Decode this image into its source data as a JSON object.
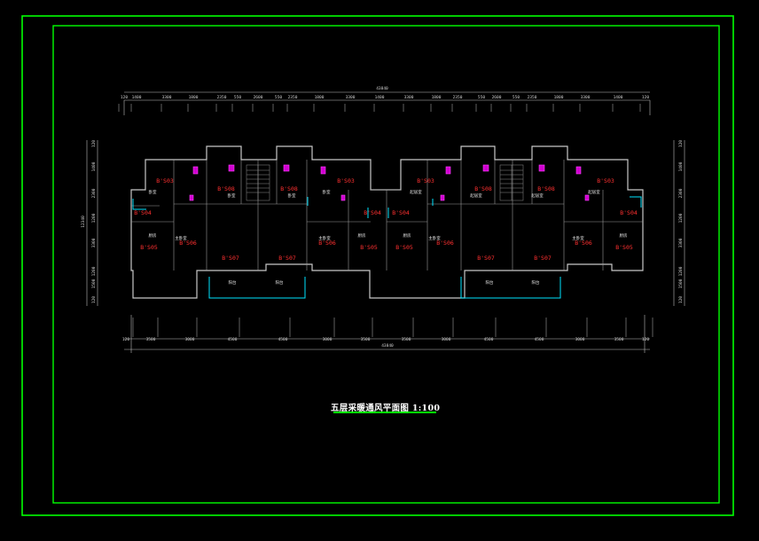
{
  "title": "五层采暖通风平面图",
  "scale": "1:100",
  "colors": {
    "frame": "#00ff00",
    "background": "#000000",
    "room_tag": "#ff3030",
    "duct": "#00e5ff",
    "fixture": "#ff40ff"
  },
  "total_width": "43840",
  "top_dims": [
    "120",
    "1400",
    "3300",
    "1800",
    "2350",
    "550",
    "2600",
    "550",
    "2350",
    "1800",
    "3300",
    "1400",
    "3300",
    "1800",
    "2350",
    "550",
    "2600",
    "550",
    "2350",
    "1800",
    "3300",
    "1400",
    "120"
  ],
  "bottom_dims": [
    "120",
    "3500",
    "3000",
    "4500",
    "4500",
    "3000",
    "3500",
    "3500",
    "3000",
    "4500",
    "4500",
    "3000",
    "3500",
    "120"
  ],
  "left_dims": [
    "120",
    "1400",
    "2300",
    "1200",
    "3300",
    "1200",
    "1500",
    "120"
  ],
  "left_total": "12340",
  "right_dims": [
    "120",
    "1400",
    "2300",
    "1200",
    "3300",
    "1200",
    "1500",
    "120"
  ],
  "room_tags": [
    "B'S03",
    "B'S08",
    "B'S08",
    "B'S03",
    "B'S03",
    "B'S08",
    "B'S08",
    "B'S03",
    "B'S04",
    "B'S04",
    "B'S04",
    "B'S04",
    "B'S05",
    "B'S06",
    "B'S07",
    "B'S07",
    "B'S06",
    "B'S05",
    "B'S05",
    "B'S06",
    "B'S07",
    "B'S07",
    "B'S06",
    "B'S05"
  ],
  "room_labels": [
    "卧室",
    "卧室",
    "卧室",
    "卧室",
    "起居室",
    "起居室",
    "起居室",
    "起居室",
    "主卧室",
    "主卧室",
    "主卧室",
    "主卧室",
    "厨房",
    "厨房",
    "厨房",
    "厨房",
    "阳台",
    "阳台",
    "阳台",
    "阳台"
  ]
}
